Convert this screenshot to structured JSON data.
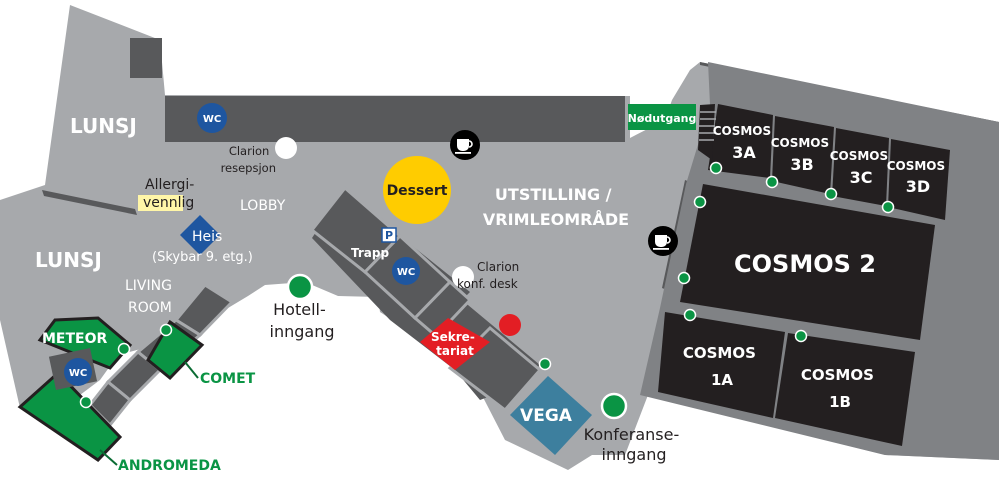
{
  "colors": {
    "floor": "#a7a9ac",
    "room_dark": "#231f20",
    "room_mid": "#58595b",
    "wall": "#808285",
    "green": "#0a9444",
    "green_dark": "#0a6b33",
    "wc_blue": "#1e56a0",
    "yellow": "#ffcc00",
    "red": "#e31e24",
    "teal": "#3d7f9e",
    "allergy_bg": "#fff6a8",
    "text_dark": "#231f20",
    "text_light": "#ffffff"
  },
  "areas": {
    "lunsj_top": "LUNSJ",
    "lunsj_left": "LUNSJ",
    "lobby": "LOBBY",
    "living_line1": "LIVING",
    "living_line2": "ROOM",
    "utstilling_line1": "UTSTILLING /",
    "utstilling_line2": "VRIMLEOMRÅDE"
  },
  "rooms": {
    "cosmos_3a": [
      "COSMOS",
      "3A"
    ],
    "cosmos_3b": [
      "COSMOS",
      "3B"
    ],
    "cosmos_3c": [
      "COSMOS",
      "3C"
    ],
    "cosmos_3d": [
      "COSMOS",
      "3D"
    ],
    "cosmos_2": "COSMOS 2",
    "cosmos_1a": [
      "COSMOS",
      "1A"
    ],
    "cosmos_1b": [
      "COSMOS",
      "1B"
    ],
    "meteor": "METEOR",
    "comet": "COMET",
    "andromeda": "ANDROMEDA",
    "vega": "VEGA",
    "sekretariat": [
      "Sekre-",
      "tariat"
    ],
    "dessert": "Dessert",
    "nodutgang": "Nødutgang"
  },
  "labels": {
    "wc": "WC",
    "trapp": "Trapp",
    "parking": "P",
    "heis_line1": "Heis",
    "heis_line2": "(Skybar 9. etg.)",
    "allergy_line1": "Allergi-",
    "allergy_line2": "vennlig",
    "clarion_resepsjon": [
      "Clarion",
      "resepsjon"
    ],
    "clarion_konf": [
      "Clarion",
      "konf. desk"
    ],
    "hotell_inngang": [
      "Hotell-",
      "inngang"
    ],
    "konferanse_inngang": [
      "Konferanse-",
      "inngang"
    ]
  },
  "icons": {
    "coffee": "coffee-cup-icon",
    "wc": "wc-icon",
    "elevator": "elevator-diamond-icon",
    "entrance": "entrance-dot-icon",
    "info": "info-desk-dot-icon",
    "parking": "parking-icon"
  }
}
